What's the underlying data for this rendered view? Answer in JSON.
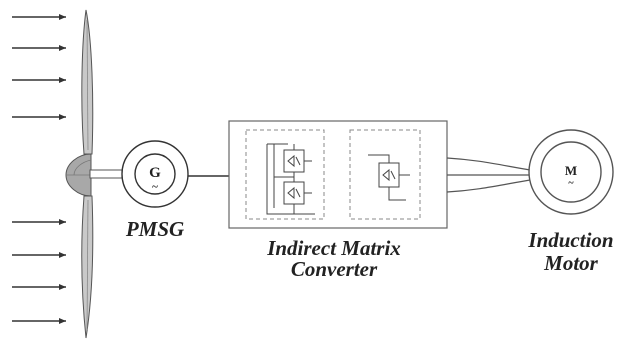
{
  "components": {
    "generator": {
      "symbol": "G",
      "tilde": "~",
      "caption": "PMSG"
    },
    "converter": {
      "caption_line1": "Indirect Matrix",
      "caption_line2": "Converter"
    },
    "motor": {
      "symbol": "M",
      "tilde": "~",
      "caption_line1": "Induction",
      "caption_line2": "Motor"
    }
  },
  "colors": {
    "stroke": "#333333",
    "text": "#222222",
    "dashed": "#888888",
    "blade": "#b5b5b5",
    "hub": "#9a9a9a"
  }
}
